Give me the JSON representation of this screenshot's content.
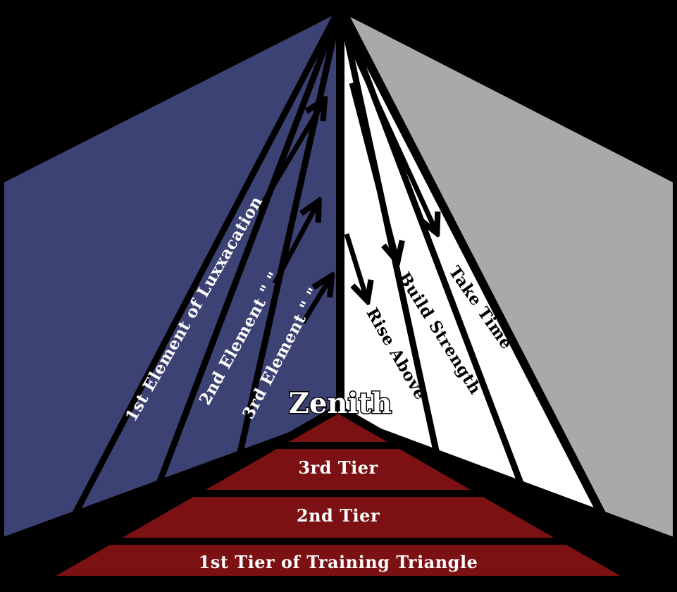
{
  "diagram": {
    "name": "Training Triangle",
    "colors": {
      "background": "#000000",
      "left_face": "#3d4274",
      "right_face_white": "#ffffff",
      "right_face_gray": "#a9a9a9",
      "front_face": "#7c1113",
      "line": "#000000",
      "left_label_text": "#ffffff",
      "right_label_text": "#000000",
      "tier_label_text": "#ffffff"
    },
    "left_face": {
      "stripes": [
        {
          "label": "1st Element of Luxxacation"
        },
        {
          "label": "2nd Element \" \""
        },
        {
          "label": "3rd Element \" \""
        }
      ]
    },
    "right_face": {
      "stripes": [
        {
          "label": "Rise Above"
        },
        {
          "label": "Build Strength"
        },
        {
          "label": "Take Time"
        }
      ]
    },
    "front_face": {
      "zenith_label": "Zenith",
      "tiers": [
        {
          "label": "3rd Tier"
        },
        {
          "label": "2nd Tier"
        },
        {
          "label": "1st Tier of Training Triangle"
        }
      ]
    }
  }
}
